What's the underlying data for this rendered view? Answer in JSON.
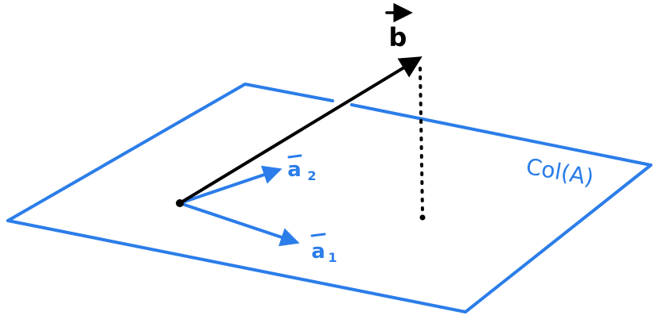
{
  "labels": {
    "b": "b",
    "plane": "Col(A)",
    "a1": "a",
    "a1_subscript": "1",
    "a2": "a",
    "a2_subscript": "2"
  },
  "colors": {
    "plane": "#2b7de9",
    "vectors_blue": "#2b7de9",
    "vector_b": "#000000",
    "background": "#ffffff"
  }
}
